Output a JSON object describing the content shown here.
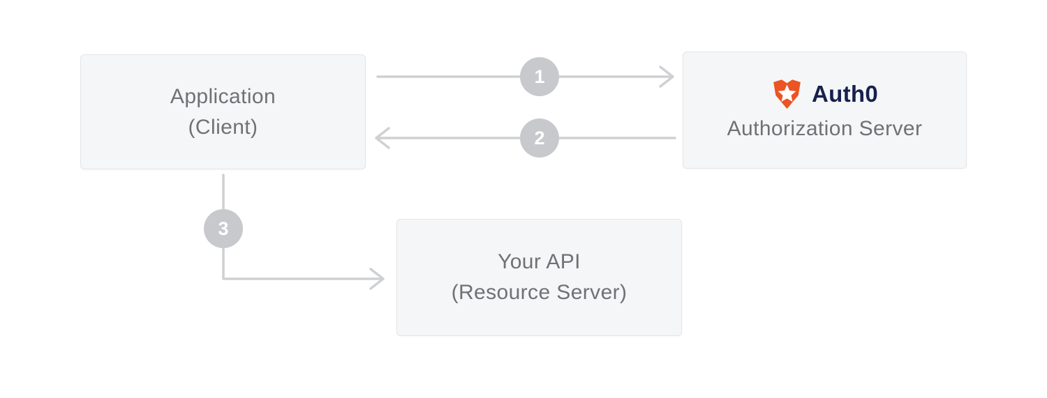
{
  "diagram": {
    "application": {
      "title": "Application",
      "subtitle": "(Client)"
    },
    "authorization_server": {
      "brand": "Auth0",
      "title": "Authorization Server"
    },
    "api": {
      "title": "Your API",
      "subtitle": "(Resource Server)"
    },
    "steps": [
      {
        "number": "1",
        "direction": "application-to-auth0"
      },
      {
        "number": "2",
        "direction": "auth0-to-application"
      },
      {
        "number": "3",
        "direction": "application-to-api"
      }
    ],
    "colors": {
      "box_background": "#f5f6f7",
      "box_border": "#e4e5e8",
      "box_text": "#707174",
      "arrow": "#cfd0d3",
      "step_circle": "#c8c9cc",
      "step_number": "#ffffff",
      "auth0_orange": "#eb5424",
      "auth0_navy": "#16214d"
    }
  }
}
